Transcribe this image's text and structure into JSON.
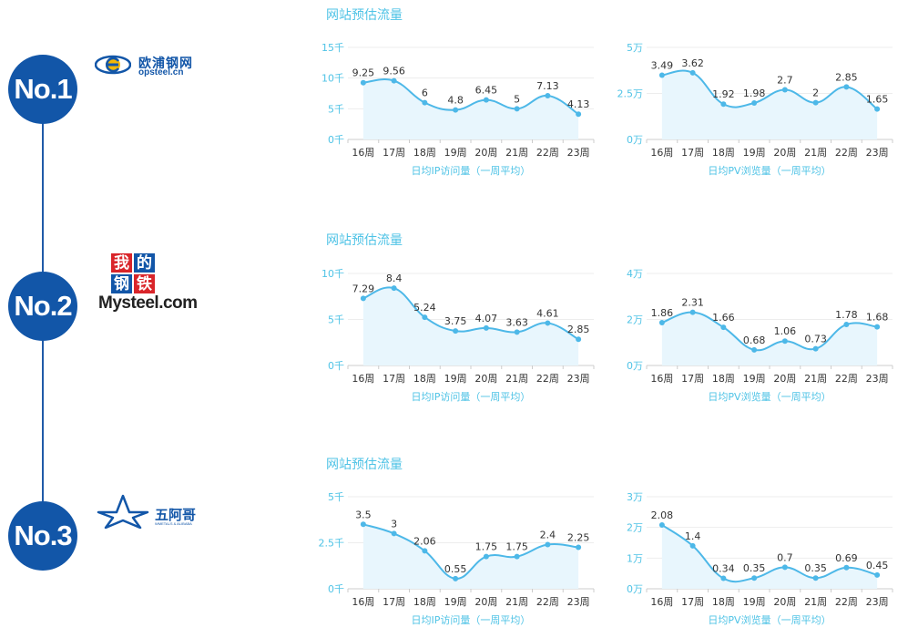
{
  "colors": {
    "accent": "#4db8e8",
    "area_fill": "#e8f6fd",
    "brand_blue": "#1256a8",
    "axis_text": "#4fc3e6",
    "label_text": "#333333",
    "logo_red": "#d9252a"
  },
  "companies": [
    {
      "rank": "No.1",
      "logo_icon": "opsteel-e-icon",
      "logo_text_cn": "欧浦钢网",
      "logo_text_en": "opsteel.cn",
      "section_title": "网站预估流量"
    },
    {
      "rank": "No.2",
      "logo_icon": "mysteel-logo-icon",
      "logo_chars": [
        "我",
        "的",
        "钢",
        "铁"
      ],
      "logo_text_en": "Mysteel.com",
      "section_title": "网站预估流量"
    },
    {
      "rank": "No.3",
      "logo_icon": "wuage-star-icon",
      "logo_text_cn": "五阿哥",
      "logo_subtext": "WMETALS & ALIBABA",
      "section_title": "网站预估流量"
    }
  ],
  "chart_data": [
    {
      "type": "area",
      "title": "",
      "xlabel": "日均IP访问量（一周平均）",
      "categories": [
        "16周",
        "17周",
        "18周",
        "19周",
        "20周",
        "21周",
        "22周",
        "23周"
      ],
      "values": [
        9.25,
        9.56,
        6,
        4.8,
        6.45,
        5,
        7.13,
        4.13
      ],
      "data_labels": [
        "9.25",
        "9.56",
        "6",
        "4.8",
        "6.45",
        "5",
        "7.13",
        "4.13"
      ],
      "yticks": [
        0,
        5,
        10,
        15
      ],
      "ytick_labels": [
        "0千",
        "5千",
        "10千",
        "15千"
      ],
      "ylim": [
        0,
        15
      ],
      "grid": true
    },
    {
      "type": "area",
      "title": "",
      "xlabel": "日均PV浏览量（一周平均）",
      "categories": [
        "16周",
        "17周",
        "18周",
        "19周",
        "20周",
        "21周",
        "22周",
        "23周"
      ],
      "values": [
        3.49,
        3.62,
        1.92,
        1.98,
        2.7,
        2,
        2.85,
        1.65
      ],
      "data_labels": [
        "3.49",
        "3.62",
        "1.92",
        "1.98",
        "2.7",
        "2",
        "2.85",
        "1.65"
      ],
      "yticks": [
        0,
        2.5,
        5
      ],
      "ytick_labels": [
        "0万",
        "2.5万",
        "5万"
      ],
      "ylim": [
        0,
        5
      ],
      "grid": true
    },
    {
      "type": "area",
      "title": "",
      "xlabel": "日均IP访问量（一周平均）",
      "categories": [
        "16周",
        "17周",
        "18周",
        "19周",
        "20周",
        "21周",
        "22周",
        "23周"
      ],
      "values": [
        7.29,
        8.4,
        5.24,
        3.75,
        4.07,
        3.63,
        4.61,
        2.85
      ],
      "data_labels": [
        "7.29",
        "8.4",
        "5.24",
        "3.75",
        "4.07",
        "3.63",
        "4.61",
        "2.85"
      ],
      "yticks": [
        0,
        5,
        10
      ],
      "ytick_labels": [
        "0千",
        "5千",
        "10千"
      ],
      "ylim": [
        0,
        10
      ],
      "grid": true
    },
    {
      "type": "area",
      "title": "",
      "xlabel": "日均PV浏览量（一周平均）",
      "categories": [
        "16周",
        "17周",
        "18周",
        "19周",
        "20周",
        "21周",
        "22周",
        "23周"
      ],
      "values": [
        1.86,
        2.31,
        1.66,
        0.68,
        1.06,
        0.73,
        1.78,
        1.68
      ],
      "data_labels": [
        "1.86",
        "2.31",
        "1.66",
        "0.68",
        "1.06",
        "0.73",
        "1.78",
        "1.68"
      ],
      "yticks": [
        0,
        2,
        4
      ],
      "ytick_labels": [
        "0万",
        "2万",
        "4万"
      ],
      "ylim": [
        0,
        4
      ],
      "grid": true
    },
    {
      "type": "area",
      "title": "",
      "xlabel": "日均IP访问量（一周平均）",
      "categories": [
        "16周",
        "17周",
        "18周",
        "19周",
        "20周",
        "21周",
        "22周",
        "23周"
      ],
      "values": [
        3.5,
        3,
        2.06,
        0.55,
        1.75,
        1.75,
        2.4,
        2.25
      ],
      "data_labels": [
        "3.5",
        "3",
        "2.06",
        "0.55",
        "1.75",
        "1.75",
        "2.4",
        "2.25"
      ],
      "yticks": [
        0,
        2.5,
        5
      ],
      "ytick_labels": [
        "0千",
        "2.5千",
        "5千"
      ],
      "ylim": [
        0,
        5
      ],
      "grid": true
    },
    {
      "type": "area",
      "title": "",
      "xlabel": "日均PV浏览量（一周平均）",
      "categories": [
        "16周",
        "17周",
        "18周",
        "19周",
        "20周",
        "21周",
        "22周",
        "23周"
      ],
      "values": [
        2.08,
        1.4,
        0.34,
        0.35,
        0.7,
        0.35,
        0.69,
        0.45
      ],
      "data_labels": [
        "2.08",
        "1.4",
        "0.34",
        "0.35",
        "0.7",
        "0.35",
        "0.69",
        "0.45"
      ],
      "yticks": [
        0,
        1,
        2,
        3
      ],
      "ytick_labels": [
        "0万",
        "1万",
        "2万",
        "3万"
      ],
      "ylim": [
        0,
        3
      ],
      "grid": true
    }
  ]
}
